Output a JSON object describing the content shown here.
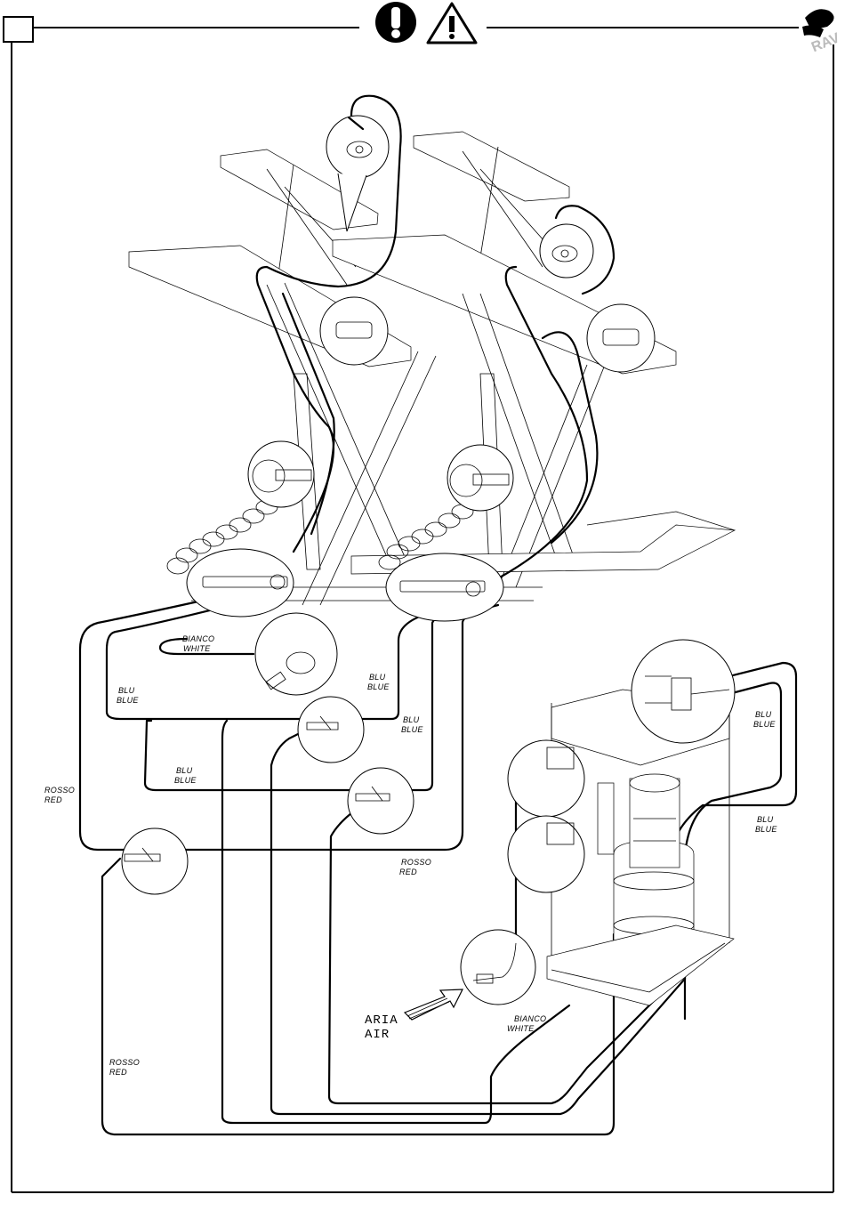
{
  "header": {
    "icons": [
      "exclamation-circle-icon",
      "warning-triangle-icon"
    ],
    "brand_logo": "RAV"
  },
  "labels": {
    "white_top": [
      "BIANCO",
      "WHITE"
    ],
    "blue_left": [
      "BLU",
      "BLUE"
    ],
    "blue_mid_top": [
      "BLU",
      "BLUE"
    ],
    "blue_mid": [
      "BLU",
      "BLUE"
    ],
    "blue_low": [
      "BLU",
      "BLUE"
    ],
    "blue_right_top": [
      "BLU",
      "BLUE"
    ],
    "blue_right": [
      "BLU",
      "BLUE"
    ],
    "red_left": [
      "ROSSO",
      "RED"
    ],
    "red_mid": [
      "ROSSO",
      "RED"
    ],
    "red_bottom": [
      "ROSSO",
      "RED"
    ],
    "air": [
      "ARIA",
      "AIR"
    ],
    "white_bottom": [
      "BIANCO",
      "WHITE"
    ]
  }
}
